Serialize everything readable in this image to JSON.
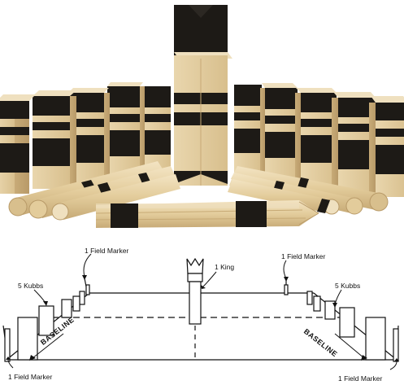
{
  "colors": {
    "wood": "#e6d1a6",
    "wood_light": "#f1e3c4",
    "wood_dark": "#c9ad7c",
    "black_paint": "#1d1a16",
    "line": "#111111"
  },
  "photo": {
    "subject": [
      "kubb-wooden-block-icon",
      "king-piece-icon",
      "throwing-baton-icon"
    ]
  },
  "diagram": {
    "labels": {
      "field_marker_top_left": "1 Field Marker",
      "field_marker_top_right": "1 Field Marker",
      "king": "1 King",
      "kubbs_left": "5 Kubbs",
      "kubbs_right": "5 Kubbs",
      "baseline_left": "BASELINE",
      "baseline_right": "BASELINE",
      "field_marker_bottom_left": "1 Field Marker",
      "field_marker_bottom_right": "1 Field Marker"
    }
  }
}
